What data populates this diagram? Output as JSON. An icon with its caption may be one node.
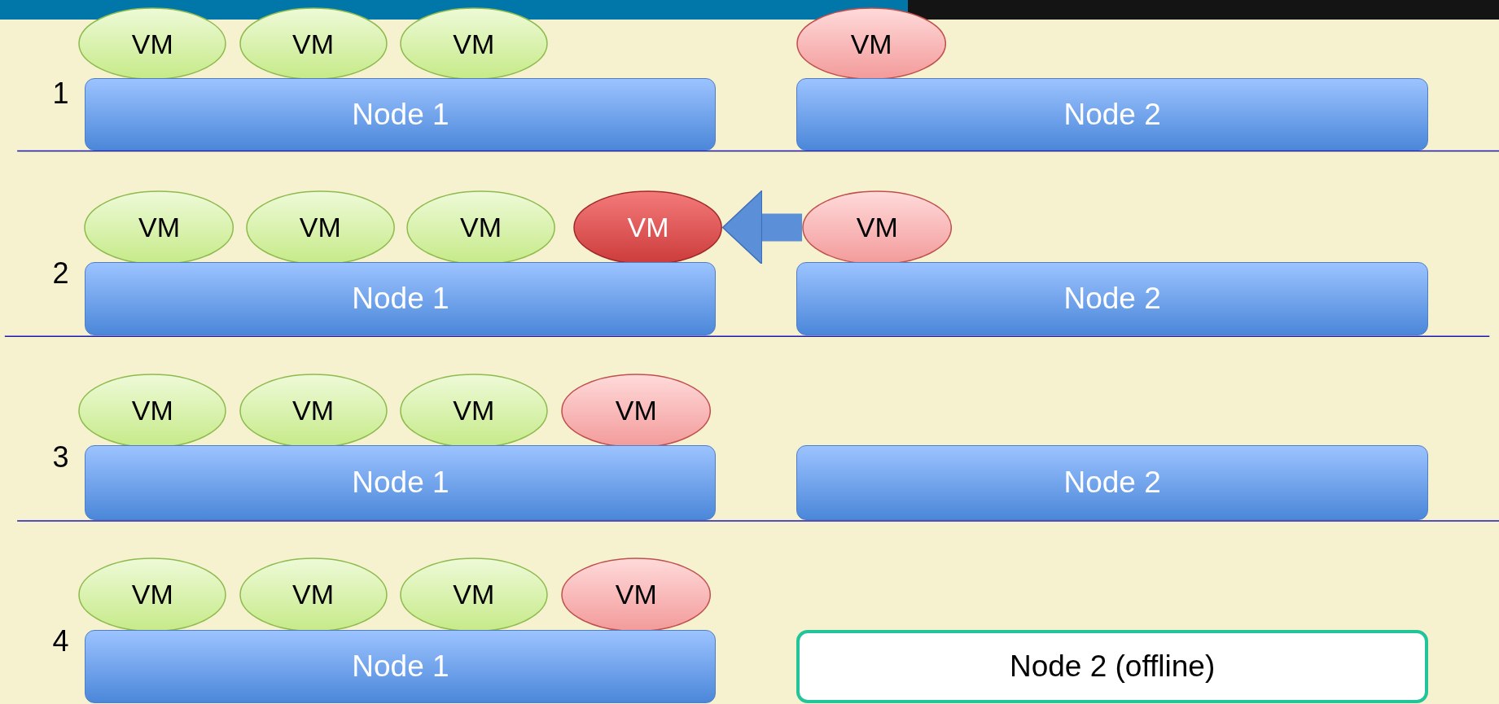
{
  "diagram": {
    "nodes": [
      {
        "text": [
          "VM"
        ]
      },
      {
        "text": [
          "VM"
        ]
      },
      {
        "text": [
          "VM"
        ]
      },
      {
        "text": [
          "VM"
        ]
      },
      {
        "text": [
          "Node 1"
        ]
      },
      {
        "text": [
          "Node 2"
        ]
      },
      {
        "text": [
          "VM"
        ]
      },
      {
        "text": [
          "VM"
        ]
      },
      {
        "text": [
          "VM"
        ]
      },
      {
        "text": [
          "VM"
        ]
      },
      {
        "text": [
          "VM"
        ]
      },
      {
        "text": [
          "Node 1"
        ]
      },
      {
        "text": [
          "Node 2"
        ]
      },
      {
        "text": [
          "VM"
        ]
      },
      {
        "text": [
          "VM"
        ]
      },
      {
        "text": [
          "VM"
        ]
      },
      {
        "text": [
          "VM"
        ]
      },
      {
        "text": [
          "Node 1"
        ]
      },
      {
        "text": [
          "Node 2"
        ]
      },
      {
        "text": [
          "VM"
        ]
      },
      {
        "text": [
          "VM"
        ]
      },
      {
        "text": [
          "VM"
        ]
      },
      {
        "text": [
          "VM"
        ]
      },
      {
        "text": [
          "Node 1"
        ]
      },
      {
        "text": [
          "Node 2 (offline)"
        ]
      }
    ],
    "edges": [
      {
        "from": 10,
        "to": 9,
        "arrow": "to"
      }
    ],
    "labels": [
      "1",
      "2",
      "3",
      "4"
    ]
  }
}
